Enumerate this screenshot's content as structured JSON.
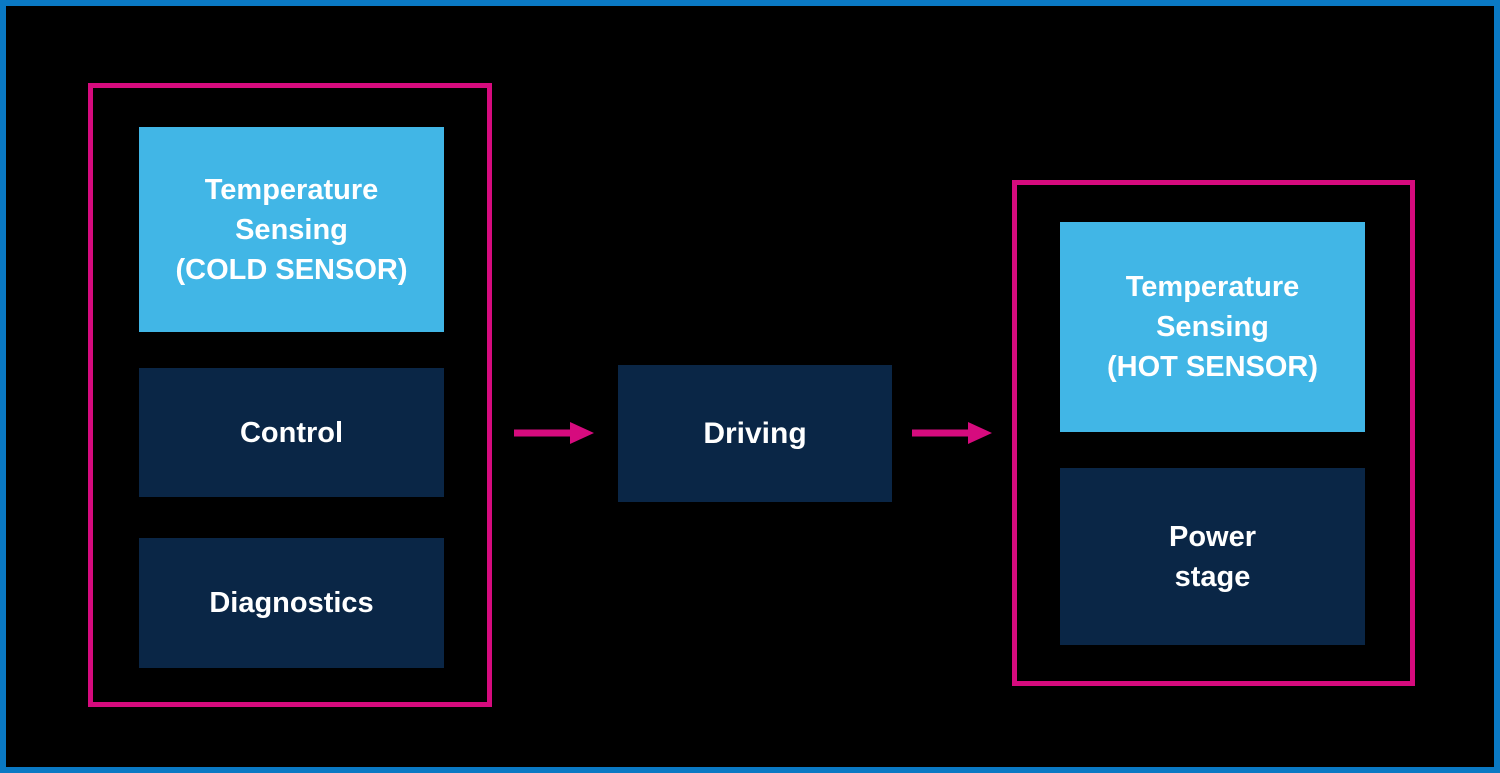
{
  "diagram": {
    "boxes": {
      "cold_sensor": {
        "lines": [
          "Temperature",
          "Sensing",
          "(COLD SENSOR)"
        ]
      },
      "control": {
        "label": "Control"
      },
      "diagnostics": {
        "label": "Diagnostics"
      },
      "driving": {
        "label": "Driving"
      },
      "hot_sensor": {
        "lines": [
          "Temperature",
          "Sensing",
          "(HOT SENSOR)"
        ]
      },
      "power_stage": {
        "lines": [
          "Power",
          "stage"
        ]
      }
    },
    "colors": {
      "background": "#000000",
      "outer_border_blue": "#0A79C4",
      "group_frame_magenta": "#D60B7E",
      "arrow_magenta": "#D60B7E",
      "light_blue_box": "#41B6E6",
      "dark_navy_box": "#0A2646",
      "text_white": "#FFFFFF"
    }
  }
}
